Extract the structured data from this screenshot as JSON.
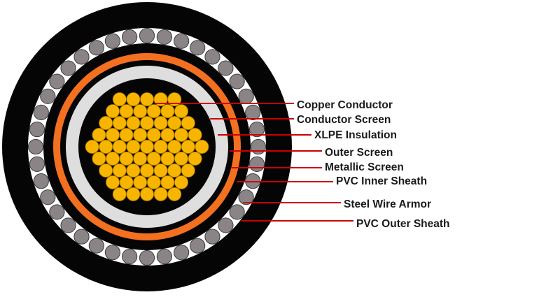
{
  "diagram": {
    "labels": [
      "Copper Conductor",
      "Conductor Screen",
      "XLPE Insulation",
      "Outer Screen",
      "Metallic Screen",
      "PVC Inner Sheath",
      "Steel Wire Armor",
      "PVC Outer Sheath"
    ],
    "colors": {
      "outer_sheath": "#050505",
      "armor_wire": "#8a8486",
      "armor_bed": "#ffffff",
      "inner_sheath": "#050505",
      "metallic_screen": "#f37021",
      "outer_screen": "#050505",
      "insulation": "#dedede",
      "conductor_screen": "#050505",
      "copper_strand": "#f7b500",
      "leader_line": "#cc0000"
    }
  }
}
